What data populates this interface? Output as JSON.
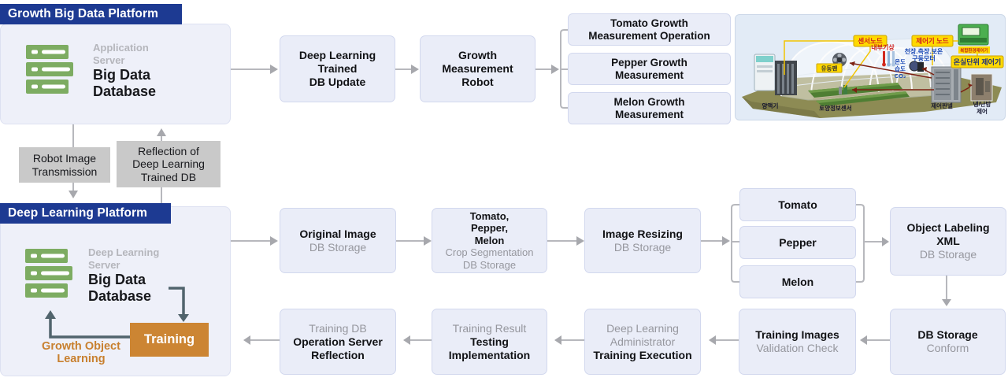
{
  "growth_platform": {
    "title": "Growth Big Data Platform",
    "server_caption_l1": "Application",
    "server_caption_l2": "Server",
    "server_title_l1": "Big Data",
    "server_title_l2": "Database"
  },
  "deep_platform": {
    "title": "Deep Learning Platform",
    "server_caption_l1": "Deep Learning",
    "server_caption_l2": "Server",
    "server_title_l1": "Big Data",
    "server_title_l2": "Database",
    "training": "Training",
    "loop_l1": "Growth Object",
    "loop_l2": "Learning"
  },
  "transfer": {
    "robot_l1": "Robot Image",
    "robot_l2": "Transmission",
    "reflection_l1": "Reflection of",
    "reflection_l2": "Deep Learning",
    "reflection_l3": "Trained DB"
  },
  "top_row": {
    "box1_l1": "Deep Learning",
    "box1_l2": "Trained",
    "box1_l3": "DB Update",
    "box2_l1": "Growth",
    "box2_l2": "Measurement",
    "box2_l3": "Robot",
    "stack": [
      {
        "l1": "Tomato Growth",
        "l2": "Measurement Operation"
      },
      {
        "l1": "Pepper Growth",
        "l2": "Measurement"
      },
      {
        "l1": "Melon Growth",
        "l2": "Measurement"
      }
    ]
  },
  "mid_row": {
    "box1_b": "Original Image",
    "box1_g": "DB Storage",
    "box2_b1": "Tomato,",
    "box2_b2": "Pepper,",
    "box2_b3": "Melon",
    "box2_g1": "Crop Segmentation",
    "box2_g2": "DB Storage",
    "box3_b": "Image Resizing",
    "box3_g": "DB Storage",
    "stack": [
      "Tomato",
      "Pepper",
      "Melon"
    ],
    "box4_b1": "Object Labeling",
    "box4_b2": "XML",
    "box4_g": "DB Storage"
  },
  "bottom_row": {
    "box1_g": "Training DB",
    "box1_b1": "Operation Server",
    "box1_b2": "Reflection",
    "box2_g": "Training Result",
    "box2_b1": "Testing",
    "box2_b2": "Implementation",
    "box3_g1": "Deep Learning",
    "box3_g2": "Administrator",
    "box3_b": "Training Execution",
    "box4_b": "Training Images",
    "box4_g": "Validation Check",
    "box5_b": "DB Storage",
    "box5_g": "Conform"
  },
  "greenhouse": {
    "labels": {
      "sensor_node": "센서노드",
      "controller_node": "제어기 노드",
      "unit_controller": "온실단위 제어기",
      "device_caption": "복합환경제어기",
      "indoor_weather": "내부기상",
      "motor_l1": "천장.측장.보온",
      "motor_l2": "구동모터",
      "temp": "온도",
      "humidity": "습도",
      "co2": "CO₂",
      "fan": "유동팬",
      "nutrient": "양액기",
      "soil_sensor": "토양정보센서",
      "control_panel": "제어판넬",
      "hvac_l1": "냉/난방",
      "hvac_l2": "제어"
    }
  },
  "colors": {
    "header_blue": "#1d3a92",
    "panel_fill": "#eef0f9",
    "box_fill": "#eaedf8",
    "box_border": "#d2d8ee",
    "gray_label_bg": "#c9c9c9",
    "arrow_gray": "#b7b8bd",
    "slate_arrow": "#51646d",
    "training_orange": "#cc8533",
    "accent_orange_text": "#c8802f",
    "server_green": "#7dac62",
    "muted_text": "#96979e",
    "label_yellow": "#ffd900",
    "label_red": "#d01f1f"
  }
}
